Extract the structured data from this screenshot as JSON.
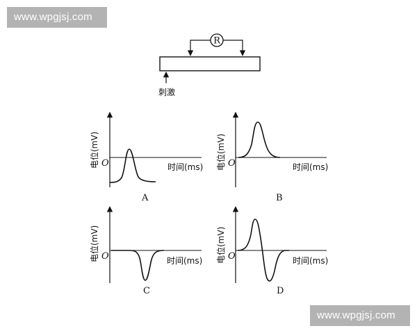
{
  "watermark": {
    "top": "www.wpgjsj.com",
    "bottom": "www.wpgjsj.com"
  },
  "apparatus": {
    "meter_label": "R",
    "stimulus_label": "刺激"
  },
  "axes": {
    "y_label": "电位(mV)",
    "x_label": "时间(ms)",
    "origin_label": "O"
  },
  "graphs": [
    {
      "id": "A",
      "label": "A"
    },
    {
      "id": "B",
      "label": "B"
    },
    {
      "id": "C",
      "label": "C"
    },
    {
      "id": "D",
      "label": "D"
    }
  ],
  "colors": {
    "ink": "#111111",
    "watermark_bg": "#b3b3b3"
  }
}
